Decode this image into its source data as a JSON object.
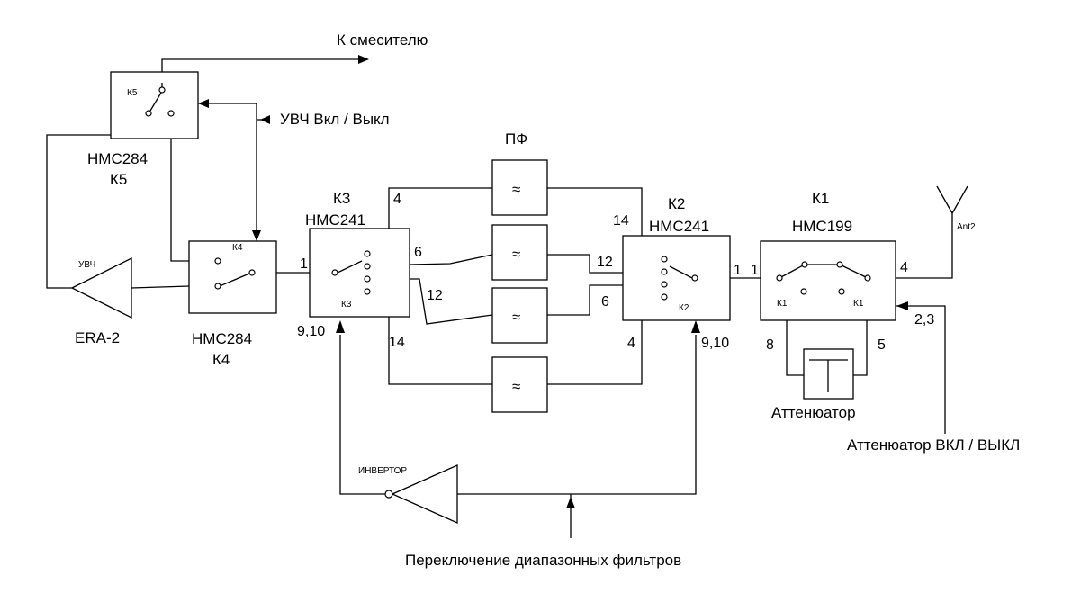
{
  "labels": {
    "to_mixer": "К смесителю",
    "lna_toggle": "УВЧ Вкл / Выкл",
    "bandpass": "ПФ",
    "lna_short": "УВЧ",
    "amp_part": "ERA-2",
    "inverter": "ИНВЕРТОР",
    "attenuator": "Аттенюатор",
    "attenuator_toggle": "Аттенюатор ВКЛ / ВЫКЛ",
    "filter_switching": "Переключение диапазонных фильтров",
    "antenna": "Ant2"
  },
  "blocks": {
    "k5": {
      "tag": "К5",
      "part": "HMC284",
      "name": "К5"
    },
    "k4": {
      "tag": "К4",
      "part": "HMC284",
      "name": "К4"
    },
    "k3": {
      "tag": "К3",
      "name": "К3",
      "part": "HMC241"
    },
    "k2": {
      "tag": "К2",
      "name": "К2",
      "part": "HMC241"
    },
    "k1": {
      "name": "К1",
      "part": "HMC199",
      "tag_left": "К1",
      "tag_right": "К1"
    }
  },
  "pins": {
    "k4_in": "1",
    "k3_top": "4",
    "k3_mid_up": "6",
    "k3_mid_low": "12",
    "k3_bottom": "14",
    "k3_ctrl": "9,10",
    "k2_top": "14",
    "k2_mid_up": "12",
    "k2_mid_low": "6",
    "k2_bottom": "4",
    "k2_out": "1",
    "k2_ctrl": "9,10",
    "k1_in": "1",
    "k1_out": "4",
    "k1_ctrl": "2,3",
    "k1_att_left": "8",
    "k1_att_right": "5"
  },
  "filter_symbol": "≈"
}
